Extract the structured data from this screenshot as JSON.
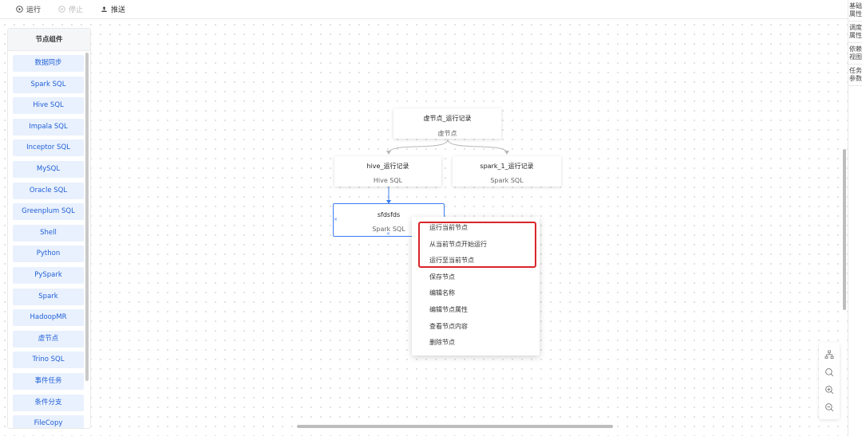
{
  "toolbar": {
    "run_label": "运行",
    "stop_label": "停止",
    "push_label": "推送"
  },
  "palette": {
    "title": "节点组件",
    "items": [
      "数据同步",
      "Spark SQL",
      "Hive SQL",
      "Impala SQL",
      "Inceptor SQL",
      "MySQL",
      "Oracle SQL",
      "Greenplum SQL",
      "Shell",
      "Python",
      "PySpark",
      "Spark",
      "HadoopMR",
      "虚节点",
      "Trino SQL",
      "事件任务",
      "条件分支",
      "FileCopy"
    ]
  },
  "nodes": {
    "root": {
      "title": "虚节点_运行记录",
      "type": "虚节点"
    },
    "hive": {
      "title": "hive_运行记录",
      "type": "Hive SQL"
    },
    "spark": {
      "title": "spark_1_运行记录",
      "type": "Spark SQL"
    },
    "selected": {
      "title": "sfdsfds",
      "type": "Spark SQL"
    }
  },
  "context_menu": {
    "items": [
      "运行当前节点",
      "从当前节点开始运行",
      "运行至当前节点",
      "保存节点",
      "编辑名称",
      "编辑节点属性",
      "查看节点内容",
      "删除节点"
    ]
  },
  "right_panel": {
    "tabs": [
      "基础属性",
      "调度属性",
      "依赖视图",
      "任务参数"
    ]
  },
  "colors": {
    "accent": "#3b7df0",
    "palette_item_bg": "#e9f1fe",
    "highlight_box": "#d9252a"
  }
}
